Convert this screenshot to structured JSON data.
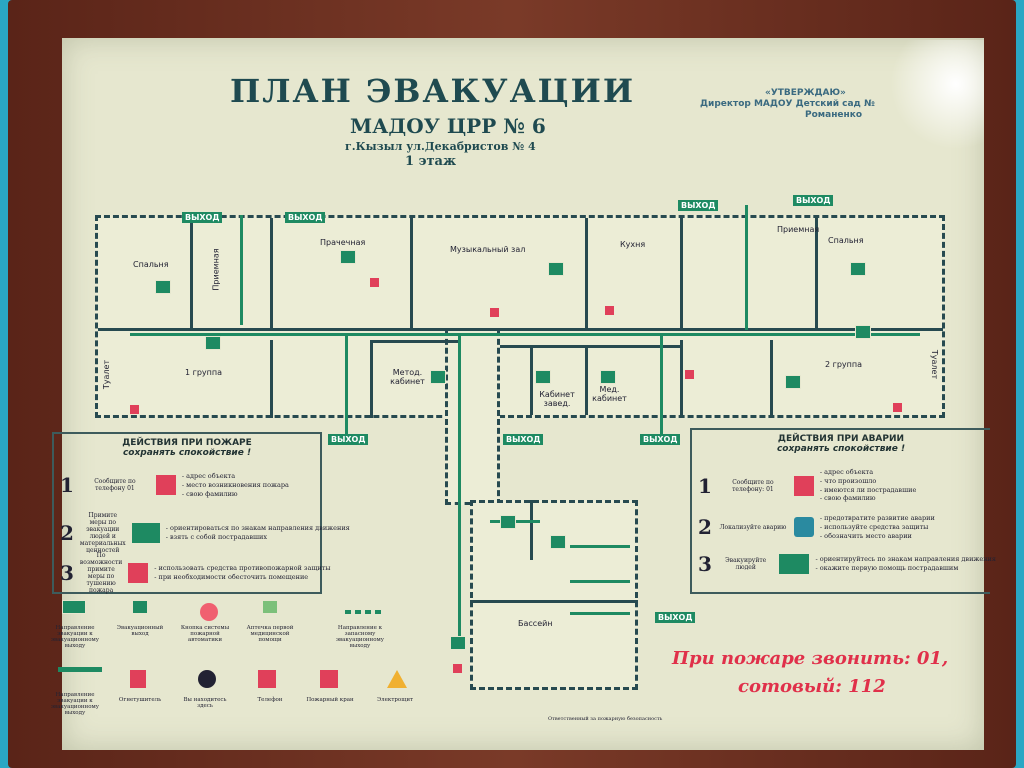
{
  "header": {
    "title": "ПЛАН   ЭВАКУАЦИИ",
    "subtitle": "МАДОУ ЦРР № 6",
    "address": "г.Кызыл ул.Декабристов  № 4",
    "floor": "1 этаж"
  },
  "approval": {
    "line1": "«УТВЕРЖДАЮ»",
    "line2": "Директор МАДОУ Детский сад №",
    "line3": "Романенко"
  },
  "rooms": {
    "spalnya1": "Спальня",
    "priemnaya1": "Приемная",
    "prachechnaya": "Прачечная",
    "muz_zal": "Музыкальный зал",
    "kuhnya": "Кухня",
    "priemnaya2": "Приемная",
    "spalnya2": "Спальня",
    "tualet1": "Туалет",
    "gruppa1": "1 группа",
    "metod": "Метод. кабинет",
    "kab_zaved": "Кабинет завед.",
    "med": "Мед. кабинет",
    "gruppa2": "2 группа",
    "tualet2": "Туалет",
    "bassein": "Бассейн"
  },
  "exit_label": "ВЫХОД",
  "fire_panel": {
    "title": "ДЕЙСТВИЯ ПРИ ПОЖАРЕ",
    "motto": "сохранять спокойствие !",
    "steps": [
      {
        "n": "1",
        "label": "Сообщите по телефону 01",
        "details": "- адрес объекта\n- место возникновения пожара\n- свою фамилию"
      },
      {
        "n": "2",
        "label": "Примите меры по эвакуации людей и материальных ценностей",
        "details": "- ориентироваться по знакам направления движения\n- взять с собой пострадавших"
      },
      {
        "n": "3",
        "label": "По возможности примите меры по тушению пожара",
        "details": "- использовать средства противопожарной защиты\n- при необходимости обесточить помещение"
      }
    ]
  },
  "accident_panel": {
    "title": "ДЕЙСТВИЯ ПРИ АВАРИИ",
    "motto": "сохранять спокойствие !",
    "steps": [
      {
        "n": "1",
        "label": "Сообщите по телефону: 01",
        "details": "- адрес объекта\n- что произошло\n- имеются ли пострадавшие\n- свою фамилию"
      },
      {
        "n": "2",
        "label": "Локализуйте аварию",
        "details": "- предотвратите развитие аварии\n- используйте средства защиты\n- обозначить место аварии"
      },
      {
        "n": "3",
        "label": "Эвакуируйте людей",
        "details": "- ориентируйтесь по знакам направления движения\n- окажите первую помощь пострадавшим"
      }
    ]
  },
  "legend": [
    {
      "label": "Направление эвакуации к эвакуационному выходу"
    },
    {
      "label": "Эвакуационный выход"
    },
    {
      "label": "Кнопка системы пожарной автоматики"
    },
    {
      "label": "Аптечка первой медицинской помощи"
    },
    {
      "label": "Направление к запасному эвакуационному выходу"
    },
    {
      "label": "Направление эвакуации к эвакуационному выходу"
    },
    {
      "label": "Огнетушитель"
    },
    {
      "label": "Вы находитесь здесь"
    },
    {
      "label": "Телефон"
    },
    {
      "label": "Пожарный кран"
    },
    {
      "label": "Электрощит"
    }
  ],
  "call": {
    "line1": "При пожаре звонить:   01,",
    "line2": "сотовый:  112"
  },
  "footer": "Ответственный за пожарную безопасность",
  "colors": {
    "wall": "#274a50",
    "exit": "#1e8a62",
    "danger": "#e0405a"
  }
}
